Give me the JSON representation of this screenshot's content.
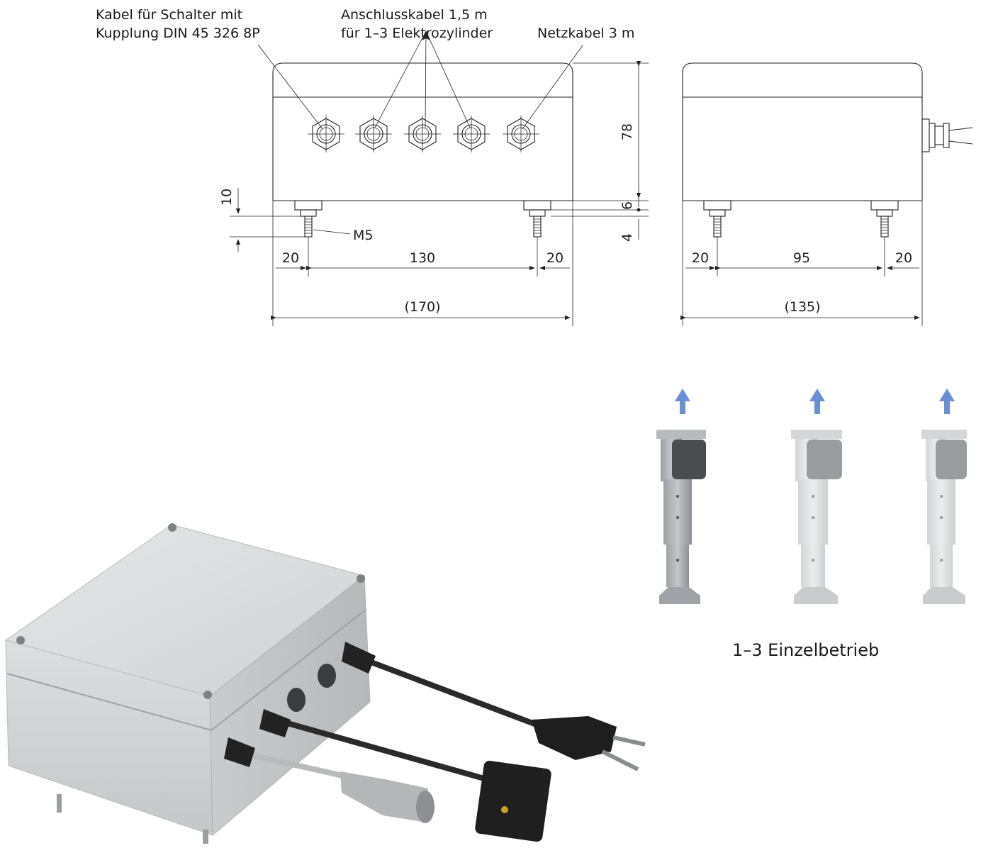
{
  "callouts": {
    "switch_cable_line1": "Kabel für Schalter mit",
    "switch_cable_line2": "Kupplung DIN 45 326 8P",
    "connection_cable_line1": "Anschlusskabel 1,5 m",
    "connection_cable_line2": "für 1–3 Elektrozylinder",
    "power_cable": "Netzkabel 3 m"
  },
  "front_view": {
    "height": "78",
    "foot_height": "6",
    "stud_gap": "4",
    "stud_length": "10",
    "thread": "M5",
    "left_margin": "20",
    "hole_spacing": "130",
    "right_margin": "20",
    "overall_width": "(170)"
  },
  "side_view": {
    "left_margin": "20",
    "hole_spacing": "95",
    "right_margin": "20",
    "overall_depth": "(135)"
  },
  "operation_caption": "1–3 Einzelbetrieb",
  "colors": {
    "arrow": "#6b8fd6",
    "housing": "#d8dadb",
    "cable": "#2a2a2a"
  }
}
